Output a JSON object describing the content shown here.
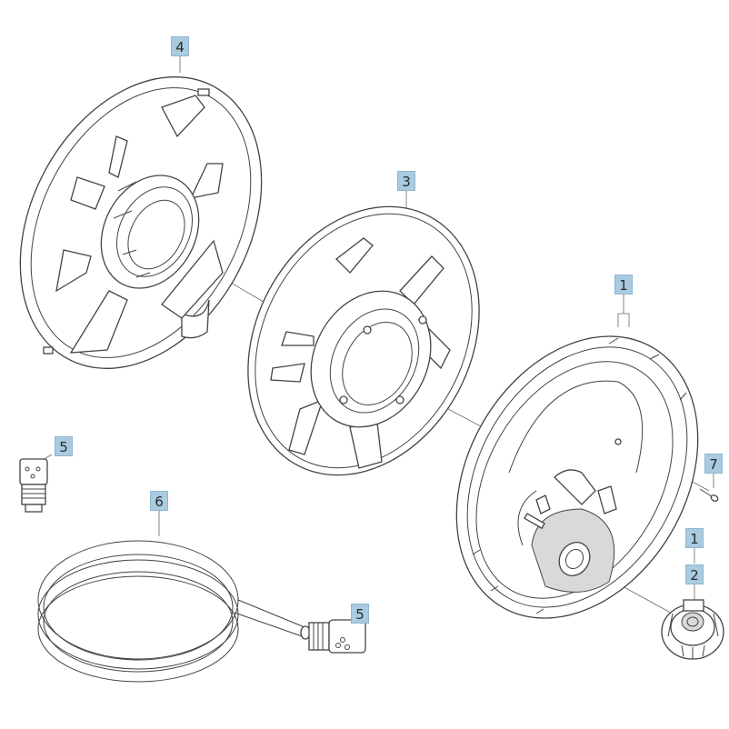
{
  "callouts": {
    "part_4": "4",
    "part_3": "3",
    "part_1_drum": "1",
    "part_7": "7",
    "part_1_hub": "1",
    "part_2": "2",
    "part_5_top": "5",
    "part_6": "6",
    "part_5_bottom": "5"
  },
  "colors": {
    "callout_fill": "#a9cbe0",
    "line": "#444444"
  }
}
